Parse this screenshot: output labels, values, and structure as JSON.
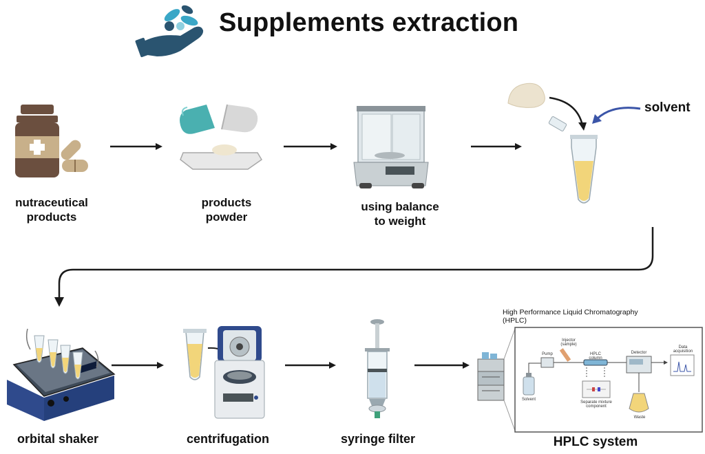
{
  "title": "Supplements extraction",
  "steps_row1": [
    {
      "line1": "nutraceutical",
      "line2": "products"
    },
    {
      "line1": "products",
      "line2": "powder"
    },
    {
      "line1": "using balance",
      "line2": "to weight"
    }
  ],
  "solvent_label": "solvent",
  "steps_row2": [
    {
      "line1": "orbital shaker"
    },
    {
      "line1": "centrifugation"
    },
    {
      "line1": "syringe filter"
    }
  ],
  "hplc": {
    "title_line1": "High Performance Liquid Chromatography",
    "title_line2": "(HPLC)",
    "caption": "HPLC system",
    "components": {
      "pump": "Pump",
      "injector": "Injector (sample)",
      "column": "HPLC column",
      "detector": "Detector",
      "data": "Data acquisition",
      "solvent": "Solvent",
      "separate": "Separate mixture component",
      "waste": "Waste"
    }
  },
  "colors": {
    "arrow": "#1a1a1a",
    "solvent_arrow": "#3b55a8",
    "icon_teal": "#2e7f8f",
    "icon_navy": "#2a5470",
    "bottle_brown": "#6b4f3f",
    "pill_tan": "#c8b08a",
    "shaker_blue": "#2f4a8c",
    "tube_liquid": "#f2d57a"
  },
  "icons": [
    "hand-pills-icon",
    "supplement-bottle-icon",
    "capsule-icon",
    "powder-tray-icon",
    "analytical-balance-icon",
    "powder-pile-icon",
    "eppendorf-tube-icon",
    "orbital-shaker-icon",
    "centrifuge-icon",
    "syringe-filter-icon",
    "hplc-instrument-icon"
  ]
}
